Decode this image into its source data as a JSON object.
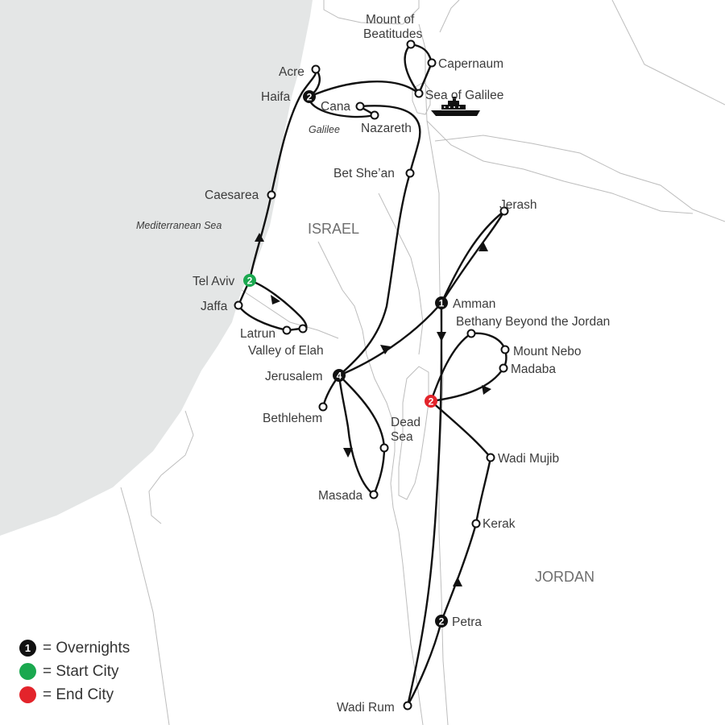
{
  "map": {
    "countries": {
      "israel": "ISRAEL",
      "jordan": "JORDAN"
    },
    "water": {
      "mediterranean": "Mediterranean Sea",
      "dead_sea_line1": "Dead",
      "dead_sea_line2": "Sea",
      "galilee_region": "Galilee"
    },
    "cities": {
      "mount_beatitudes_line1": "Mount of",
      "mount_beatitudes_line2": "Beatitudes",
      "capernaum": "Capernaum",
      "acre": "Acre",
      "haifa": "Haifa",
      "sea_of_galilee": "Sea of Galilee",
      "cana": "Cana",
      "nazareth": "Nazareth",
      "bet_shean": "Bet She’an",
      "caesarea": "Caesarea",
      "tel_aviv": "Tel Aviv",
      "jaffa": "Jaffa",
      "latrun": "Latrun",
      "valley_of_elah": "Valley of Elah",
      "jerusalem": "Jerusalem",
      "bethlehem": "Bethlehem",
      "masada": "Masada",
      "jerash": "Jerash",
      "amman": "Amman",
      "bethany": "Bethany Beyond the Jordan",
      "mount_nebo": "Mount Nebo",
      "madaba": "Madaba",
      "wadi_mujib": "Wadi Mujib",
      "kerak": "Kerak",
      "petra": "Petra",
      "wadi_rum": "Wadi Rum"
    },
    "overnights": {
      "tel_aviv": "2",
      "haifa": "2",
      "jerusalem": "4",
      "amman": "1",
      "dead_sea_end": "2",
      "petra": "2"
    },
    "colors": {
      "overnight": "#111111",
      "start_city": "#1aa84f",
      "end_city": "#e3242b",
      "sea": "#e4e6e6",
      "border": "#bdbdbd",
      "route": "#111111"
    },
    "icons": {
      "ferry": "ferry-boat-icon"
    }
  },
  "legend": {
    "overnights": {
      "num": "1",
      "label": "= Overnights"
    },
    "start": {
      "label": "= Start City"
    },
    "end": {
      "label": "= End City"
    }
  }
}
